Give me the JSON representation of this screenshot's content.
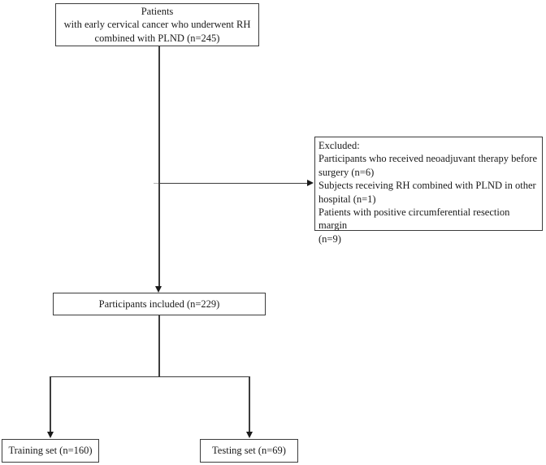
{
  "diagram": {
    "boxes": {
      "patients": {
        "lines": [
          "Patients",
          "with early cervical cancer who underwent RH",
          "combined with PLND (n=245)"
        ]
      },
      "excluded": {
        "lines": [
          "Excluded:",
          "Participants who received neoadjuvant therapy before",
          "surgery (n=6)",
          "Subjects receiving RH combined with PLND in other",
          "hospital (n=1)",
          "Patients with positive circumferential resection margin",
          "(n=9)"
        ]
      },
      "included": {
        "label": "Participants included (n=229)"
      },
      "training": {
        "label": "Training set (n=160)"
      },
      "testing": {
        "label": "Testing set (n=69)"
      }
    },
    "counts": {
      "initial": 245,
      "excluded_neoadjuvant": 6,
      "excluded_other_hospital": 1,
      "excluded_positive_margin": 9,
      "included": 229,
      "training": 160,
      "testing": 69
    },
    "colors": {
      "background": "#ffffff",
      "box_border": "#3c3c3c",
      "line": "#3c3c3c",
      "arrow": "#1a1a1a",
      "text": "#1a1a1a"
    }
  }
}
